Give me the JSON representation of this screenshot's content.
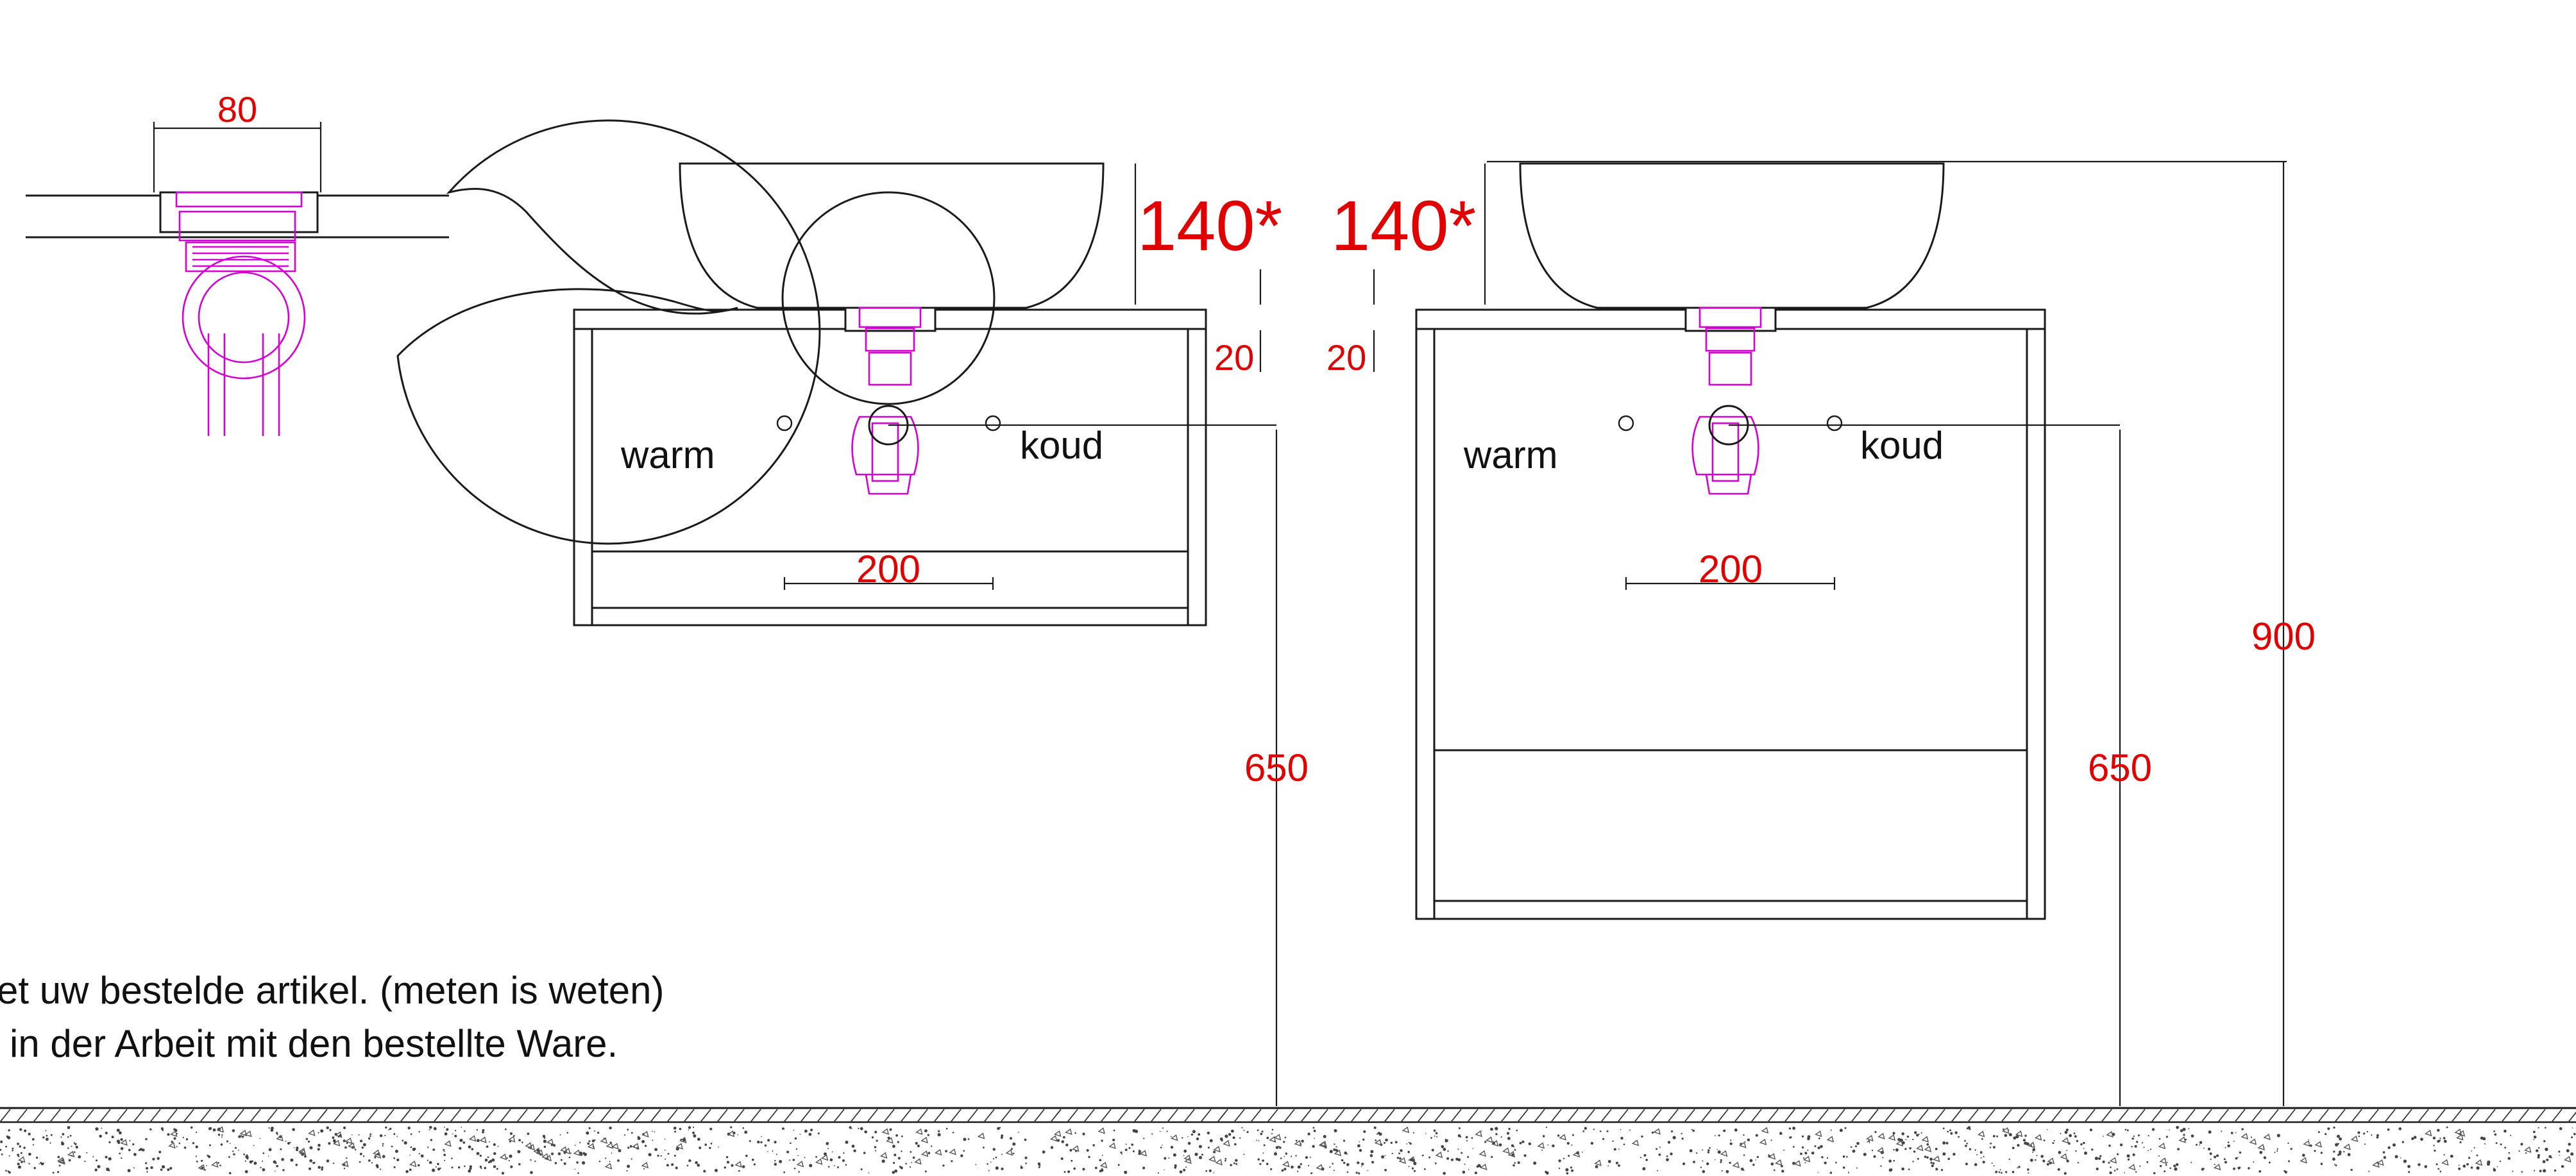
{
  "colors": {
    "dimension_text": "#e00000",
    "pipes": "#d400d4",
    "lines": "#1a1a1a",
    "background": "#ffffff"
  },
  "detail": {
    "drain_width": "80"
  },
  "left_cabinet": {
    "bowl_height": "140*",
    "top_thickness": "20",
    "warm_label": "warm",
    "cold_label": "koud",
    "tap_spacing": "200",
    "drain_height": "650"
  },
  "right_cabinet": {
    "bowl_height": "140*",
    "top_thickness": "20",
    "warm_label": "warm",
    "cold_label": "koud",
    "tap_spacing": "200",
    "drain_height": "650",
    "total_height": "900"
  },
  "notes": [
    "et uw bestelde artikel. (meten is weten)",
    "in der Arbeit mit den bestellte Ware."
  ],
  "icons": {
    "floor": "floor-hatch-icon",
    "siphon": "siphon-icon",
    "tap_hole": "tap-hole-icon",
    "bowl": "basin-bowl-icon"
  }
}
